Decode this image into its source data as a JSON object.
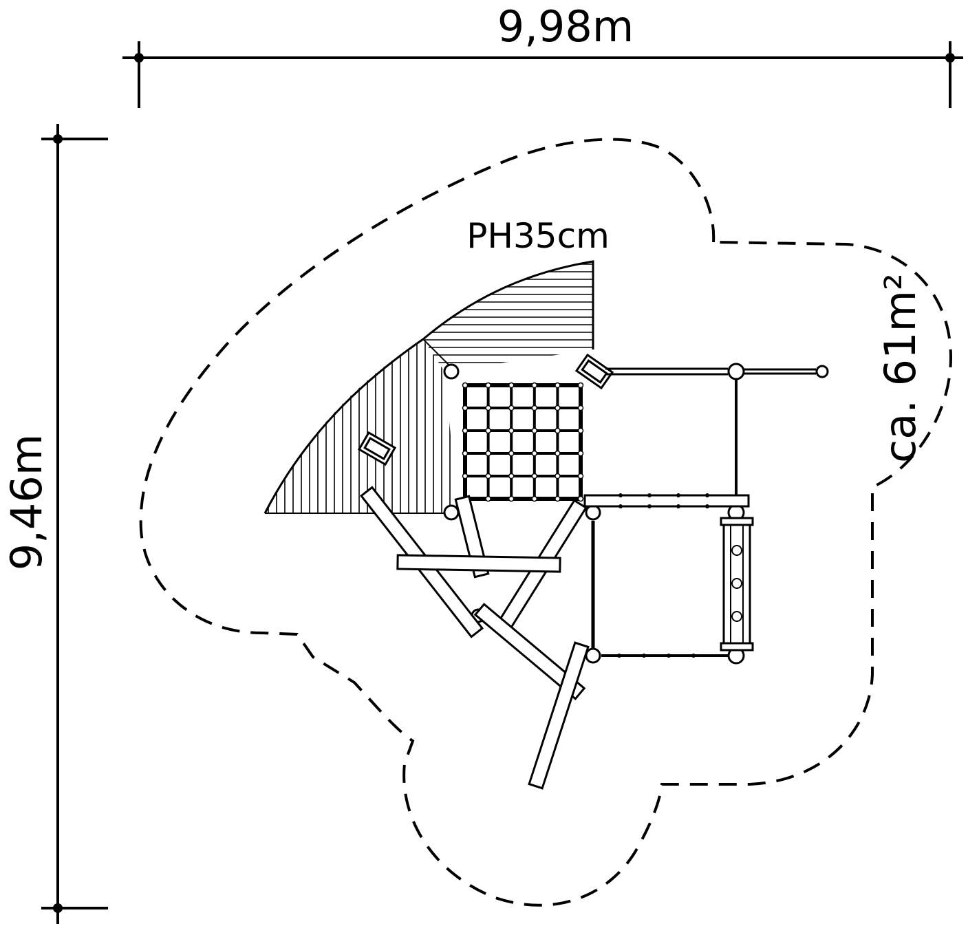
{
  "dimensions": {
    "width_label": "9,98m",
    "depth_label": "9,46m",
    "area_label": "ca. 61m²"
  },
  "platform": {
    "height_label": "PH35cm"
  },
  "colors": {
    "line": "#000000",
    "background": "#ffffff"
  }
}
